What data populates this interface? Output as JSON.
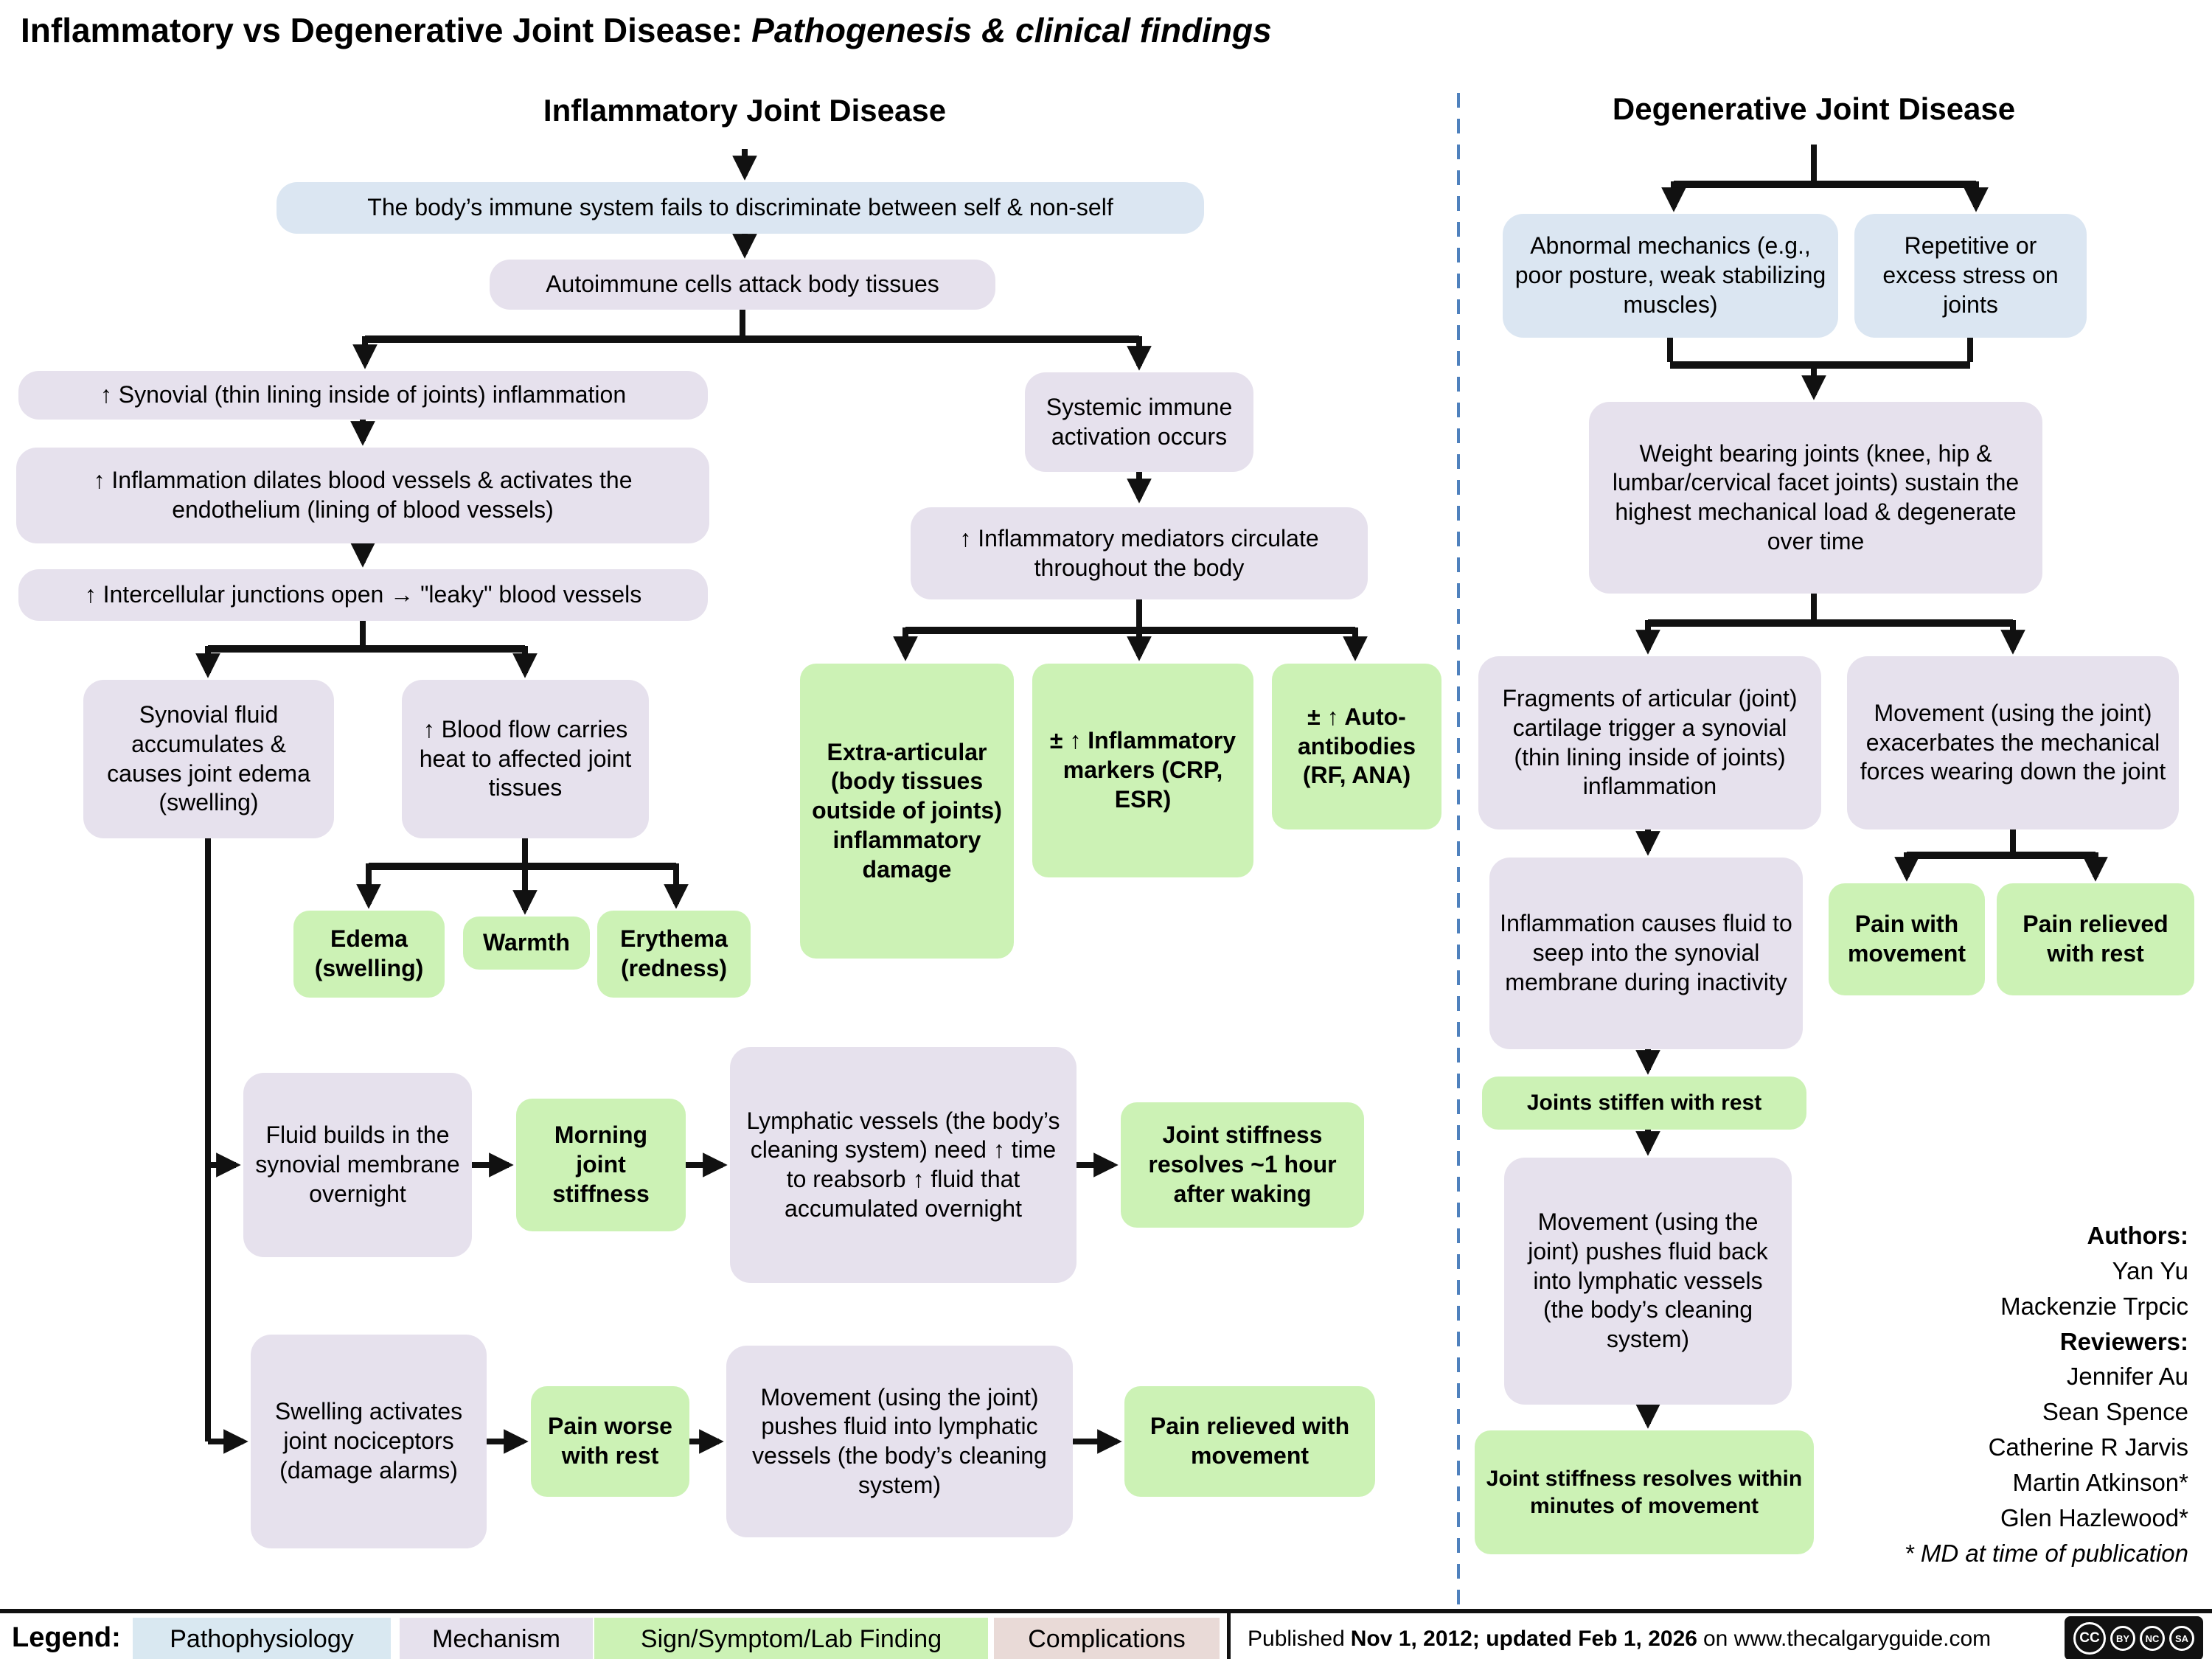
{
  "title": {
    "main": "Inflammatory vs Degenerative Joint Disease:",
    "sub": "Pathogenesis & clinical findings"
  },
  "inflammatory": {
    "header": "Inflammatory Joint Disease",
    "immune_fails": "The body’s immune system fails to discriminate between self & non-self",
    "autoimmune_attack": "Autoimmune cells attack body tissues",
    "synovial_inflammation": "↑ Synovial (thin lining inside of joints) inflammation",
    "inflammation_dilates": "↑ Inflammation dilates blood vessels & activates the endothelium (lining of blood vessels)",
    "junctions_open": "↑ Intercellular junctions open → \"leaky\" blood vessels",
    "synovial_fluid": "Synovial fluid accumulates & causes joint edema (swelling)",
    "blood_flow": "↑ Blood flow carries heat to affected joint tissues",
    "edema": "Edema (swelling)",
    "warmth": "Warmth",
    "erythema": "Erythema (redness)",
    "fluid_builds": "Fluid builds in the synovial membrane overnight",
    "morning_stiffness": "Morning joint stiffness",
    "lymphatic_need_time": "Lymphatic vessels (the body’s cleaning system) need ↑ time to reabsorb ↑ fluid that accumulated overnight",
    "stiffness_resolves_hour": "Joint stiffness resolves ~1 hour after waking",
    "swelling_nociceptors": "Swelling activates joint nociceptors (damage alarms)",
    "pain_worse_rest": "Pain worse with rest",
    "movement_pushes_fluid": "Movement (using the joint) pushes fluid into lymphatic vessels (the body’s cleaning system)",
    "pain_relieved_movement": "Pain relieved with movement",
    "systemic_activation": "Systemic immune activation occurs",
    "mediators_circulate": "↑ Inflammatory mediators circulate throughout the body",
    "extra_articular": "Extra-articular (body tissues outside of joints) inflammatory damage",
    "inflammatory_markers": "± ↑ Inflammatory markers (CRP, ESR)",
    "autoantibodies": "± ↑ Auto-antibodies (RF, ANA)"
  },
  "degenerative": {
    "header": "Degenerative Joint Disease",
    "abnormal_mechanics": "Abnormal mechanics (e.g., poor posture, weak stabilizing muscles)",
    "repetitive_stress": "Repetitive or excess stress on joints",
    "weight_bearing": "Weight bearing joints (knee, hip & lumbar/cervical facet joints) sustain the highest mechanical load & degenerate over time",
    "fragments_cartilage": "Fragments of articular (joint) cartilage trigger a synovial (thin lining inside of joints) inflammation",
    "movement_exacerbates": "Movement (using the joint) exacerbates the mechanical forces wearing down the joint",
    "inflammation_fluid_seep": "Inflammation causes fluid to seep into the synovial membrane during inactivity",
    "joints_stiffen_rest": "Joints stiffen with rest",
    "movement_pushes_back": "Movement (using the joint) pushes fluid back into lymphatic vessels (the body’s cleaning system)",
    "stiffness_resolves_minutes": "Joint stiffness resolves within minutes of movement",
    "pain_with_movement": "Pain with movement",
    "pain_relieved_rest": "Pain relieved with rest"
  },
  "credits": {
    "lines": [
      "Authors:",
      "Yan Yu",
      "Mackenzie Trpcic",
      "Reviewers:",
      "Jennifer Au",
      "Sean Spence",
      "Catherine R Jarvis",
      "Martin Atkinson*",
      "Glen Hazlewood*",
      "* MD at time of publication"
    ]
  },
  "legend": {
    "label": "Legend:",
    "items": [
      {
        "label": "Pathophysiology",
        "color": "#d9e8f1"
      },
      {
        "label": "Mechanism",
        "color": "#e6e1ed"
      },
      {
        "label": "Sign/Symptom/Lab Finding",
        "color": "#ccf2b5"
      },
      {
        "label": "Complications",
        "color": "#e9dad7"
      }
    ]
  },
  "footer": {
    "published_prefix": "Published",
    "published_dates": "Nov 1, 2012; updated Feb 1, 2026",
    "published_suffix": "on www.thecalgaryguide.com",
    "cc": {
      "label": "CC",
      "items": [
        "BY",
        "NC",
        "SA"
      ]
    }
  },
  "colors": {
    "pathophysiology": "#dbe6f2",
    "mechanism": "#e6e1ed",
    "sign_symptom": "#ccf2b5",
    "complications": "#e9dad7",
    "divider": "#4f81bd",
    "line": "#111111"
  }
}
